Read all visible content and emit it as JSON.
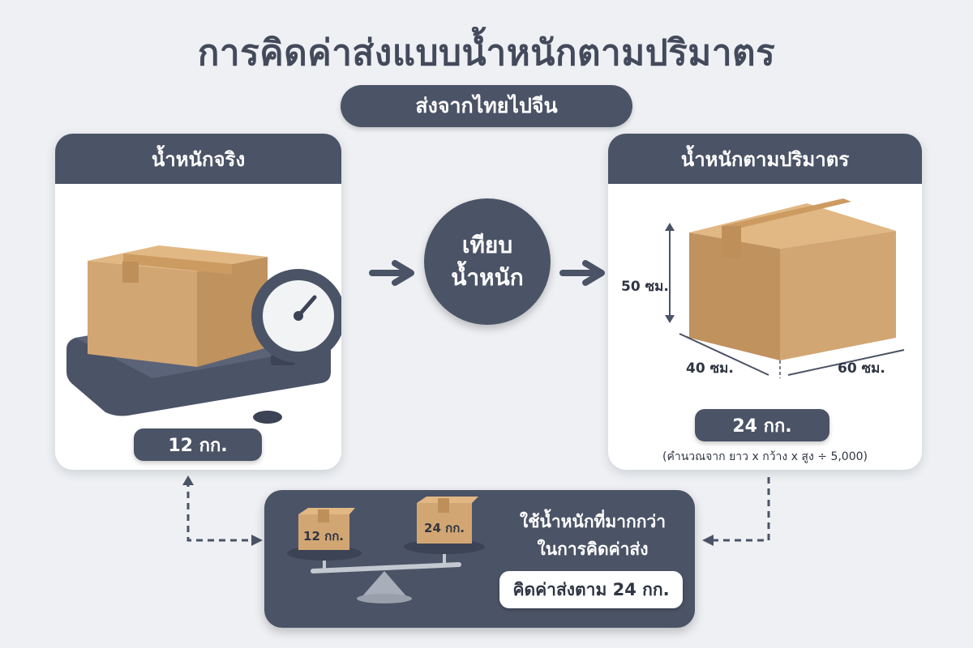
{
  "title": "การคิดค่าส่งแบบน้ำหนักตามปริมาตร",
  "subtitle": "ส่งจากไทยไปจีน",
  "actual_weight": {
    "header": "น้ำหนักจริง",
    "value": "12 กก."
  },
  "compare": {
    "line1": "เทียบ",
    "line2": "น้ำหนัก"
  },
  "volumetric_weight": {
    "header": "น้ำหนักตามปริมาตร",
    "height_label": "50 ซม.",
    "width_label": "40 ซม.",
    "length_label": "60 ซม.",
    "value": "24 กก.",
    "formula": "(คำนวณจาก ยาว x กว้าง x สูง ÷ 5,000)"
  },
  "result": {
    "left_box_label": "12 กก.",
    "right_box_label": "24 กก.",
    "rule_line1": "ใช้น้ำหนักที่มากกว่า",
    "rule_line2": "ในการคิดค่าส่ง",
    "charge_label": "คิดค่าส่งตาม 24 กก."
  },
  "colors": {
    "accent": "#4b5366",
    "box": "#d2a673",
    "background": "#eef0f3"
  }
}
